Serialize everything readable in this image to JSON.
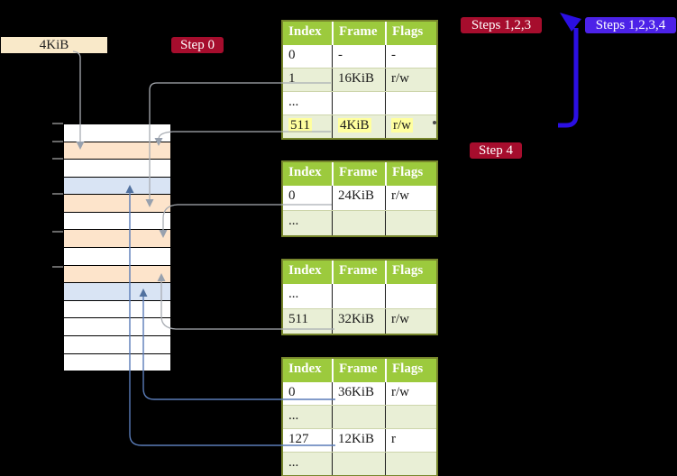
{
  "labels": {
    "page_size": "4KiB",
    "step0": "Step 0",
    "steps123": "Steps 1,2,3",
    "steps1234": "Steps 1,2,3,4",
    "step4": "Step 4"
  },
  "colors": {
    "badge_crimson": "#a60d2d",
    "badge_violet": "#4c22e8",
    "thick_arrow_blue": "#2b0fe3",
    "table_header_green": "#9cca3d",
    "table_row_green": "#e9efd6",
    "highlight_yellow": "#ffff9e",
    "memory_row_orange": "#fde4cb",
    "memory_row_blue": "#d9e4f4",
    "page_size_box_beige": "#f9e9c9",
    "connector_grey": "#a9adb3",
    "connector_blue": "#5a7cb8"
  },
  "table_headers": [
    "Index",
    "Frame",
    "Flags"
  ],
  "tables": [
    {
      "name": "level-4-page-table",
      "rows": [
        {
          "cells": [
            "0",
            "-",
            "-"
          ]
        },
        {
          "cells": [
            "1",
            "16KiB",
            "r/w"
          ]
        },
        {
          "cells": [
            "...",
            "",
            ""
          ]
        },
        {
          "cells": [
            "511",
            "4KiB",
            "r/w"
          ],
          "highlight": true
        }
      ]
    },
    {
      "name": "level-3-page-table",
      "rows": [
        {
          "cells": [
            "0",
            "24KiB",
            "r/w"
          ]
        },
        {
          "cells": [
            "...",
            "",
            ""
          ]
        }
      ]
    },
    {
      "name": "level-2-page-table",
      "rows": [
        {
          "cells": [
            "...",
            "",
            ""
          ]
        },
        {
          "cells": [
            "511",
            "32KiB",
            "r/w"
          ]
        }
      ]
    },
    {
      "name": "level-1-page-table",
      "rows": [
        {
          "cells": [
            "0",
            "36KiB",
            "r/w"
          ]
        },
        {
          "cells": [
            "...",
            "",
            ""
          ]
        },
        {
          "cells": [
            "127",
            "12KiB",
            "r"
          ]
        },
        {
          "cells": [
            "...",
            "",
            ""
          ]
        }
      ]
    }
  ],
  "memory": {
    "rows": [
      "white",
      "orange",
      "white",
      "blue",
      "orange",
      "white",
      "orange",
      "white",
      "orange",
      "blue",
      "white",
      "white",
      "white",
      "white"
    ]
  }
}
